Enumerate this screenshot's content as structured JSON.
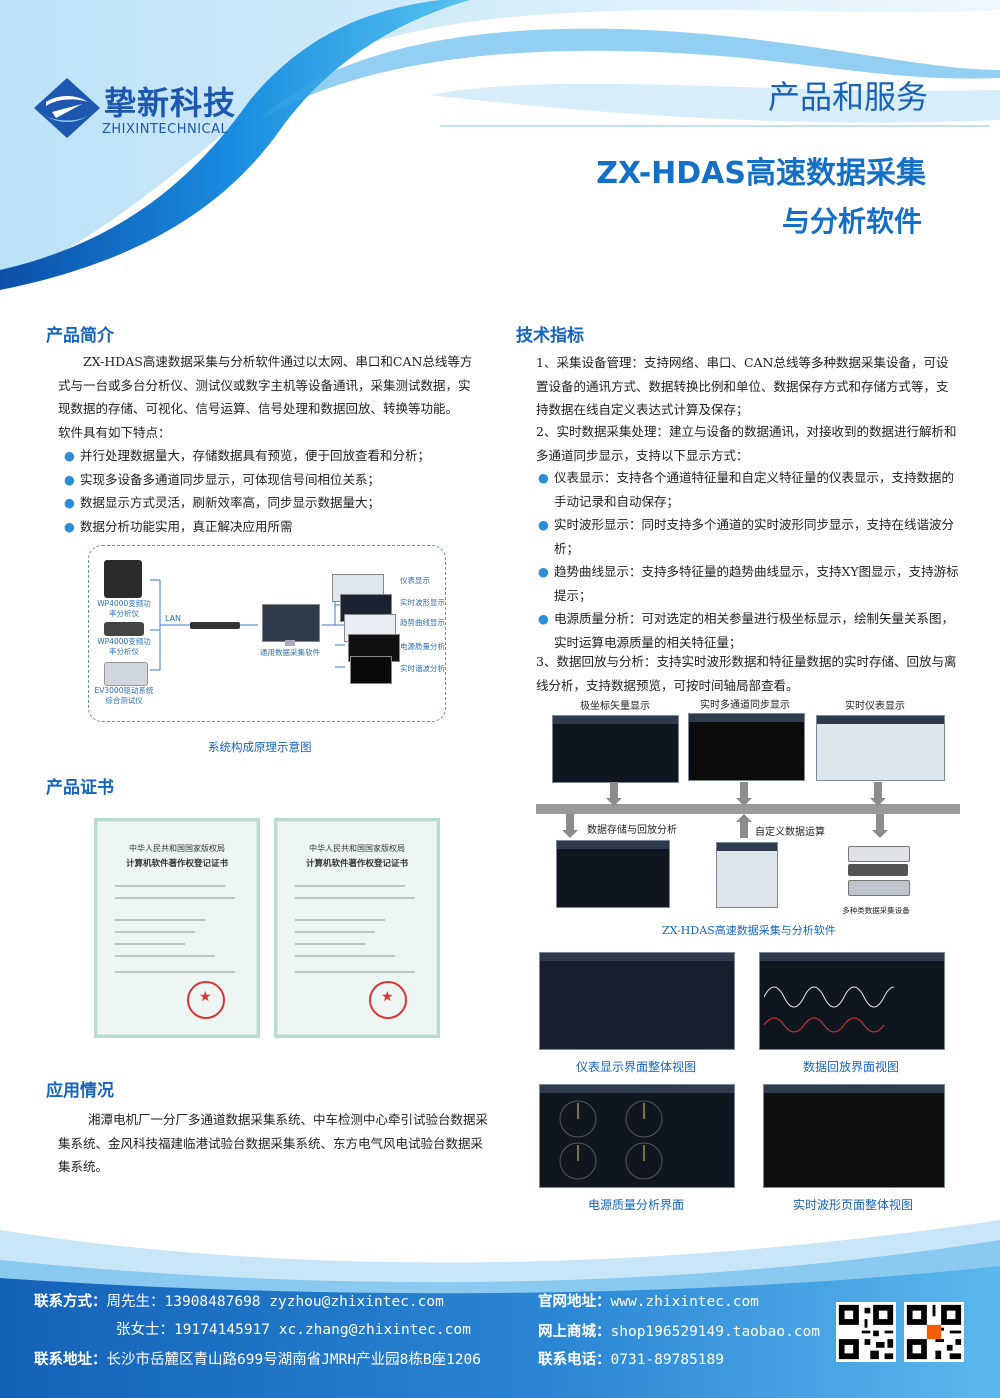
{
  "header": {
    "brand_cn": "挚新科技",
    "brand_en": "ZHIXINTECHNICAL",
    "banner_title": "产品和服务",
    "product_title_line1": "ZX-HDAS高速数据采集",
    "product_title_line2": "与分析软件"
  },
  "intro": {
    "heading": "产品简介",
    "paragraph": "ZX-HDAS高速数据采集与分析软件通过以太网、串口和CAN总线等方式与一台或多台分析仪、测试仪或数字主机等设备通讯，采集测试数据，实现数据的存储、可视化、信号运算、信号处理和数据回放、转换等功能。",
    "features_intro": "软件具有如下特点：",
    "features": [
      "并行处理数据量大，存储数据具有预览，便于回放查看和分析；",
      "实现多设备多通道同步显示，可体现信号间相位关系；",
      "数据显示方式灵活，刷新效率高，同步显示数据量大；",
      "数据分析功能实用，真正解决应用所需"
    ]
  },
  "system_diagram": {
    "caption": "系统构成原理示意图",
    "devices": [
      "WP4000变频功率分析仪",
      "WP4000变频功率分析仪",
      "EV3000驱动系统综合测试仪"
    ],
    "link_label": "LAN",
    "software_label": "通用数据采集软件",
    "views": [
      "仪表显示",
      "实时波形显示",
      "趋势曲线显示",
      "电源质量分析",
      "实时谐波分析"
    ]
  },
  "certificates": {
    "heading": "产品证书",
    "cert_title_1": "中华人民共和国国家版权局",
    "cert_title_2": "计算机软件著作权登记证书"
  },
  "application": {
    "heading": "应用情况",
    "paragraph": "湘潭电机厂一分厂多通道数据采集系统、中车检测中心牵引试验台数据采集系统、金风科技福建临港试验台数据采集系统、东方电气风电试验台数据采集系统。"
  },
  "tech": {
    "heading": "技术指标",
    "item1": "1、采集设备管理：支持网络、串口、CAN总线等多种数据采集设备，可设置设备的通讯方式、数据转换比例和单位、数据保存方式和存储方式等，支持数据在线自定义表达式计算及保存；",
    "item2": "2、实时数据采集处理：建立与设备的数据通讯，对接收到的数据进行解析和多通道同步显示，支持以下显示方式：",
    "bullets": [
      "仪表显示：支持各个通道特征量和自定义特征量的仪表显示，支持数据的手动记录和自动保存；",
      "实时波形显示：同时支持多个通道的实时波形同步显示，支持在线谐波分析；",
      "趋势曲线显示：支持多特征量的趋势曲线显示，支持XY图显示，支持游标提示；",
      "电源质量分析：可对选定的相关参量进行极坐标显示，绘制矢量关系图，实时运算电源质量的相关特征量；"
    ],
    "item3": "3、数据回放与分析：支持实时波形数据和特征量数据的实时存储、回放与离线分析，支持数据预览，可按时间轴局部查看。"
  },
  "arch_diagram": {
    "top_labels": [
      "极坐标矢量显示",
      "实时多通道同步显示",
      "实时仪表显示"
    ],
    "storage_label": "数据存储与回放分析",
    "custom_label": "自定义数据运算",
    "devices_label": "多种类数据采集设备",
    "caption": "ZX-HDAS高速数据采集与分析软件"
  },
  "screenshots": {
    "captions": [
      "仪表显示界面整体视图",
      "数据回放界面视图",
      "电源质量分析界面",
      "实时波形页面整体视图"
    ]
  },
  "footer": {
    "contact_label": "联系方式：",
    "contact1": "周先生：13908487698 zyzhou@zhixintec.com",
    "contact2": "张女士：19174145917 xc.zhang@zhixintec.com",
    "address_label": "联系地址：",
    "address": "长沙市岳麓区青山路699号湖南省JMRH产业园8栋B座1206",
    "website_label": "官网地址：",
    "website": "www.zhixintec.com",
    "shop_label": "网上商城：",
    "shop": "shop196529149.taobao.com",
    "phone_label": "联系电话：",
    "phone": "0731-89785189"
  },
  "colors": {
    "brand_blue": "#1565c0",
    "footer_blue": "#1f6fc0",
    "accent": "#2a8fd8"
  }
}
